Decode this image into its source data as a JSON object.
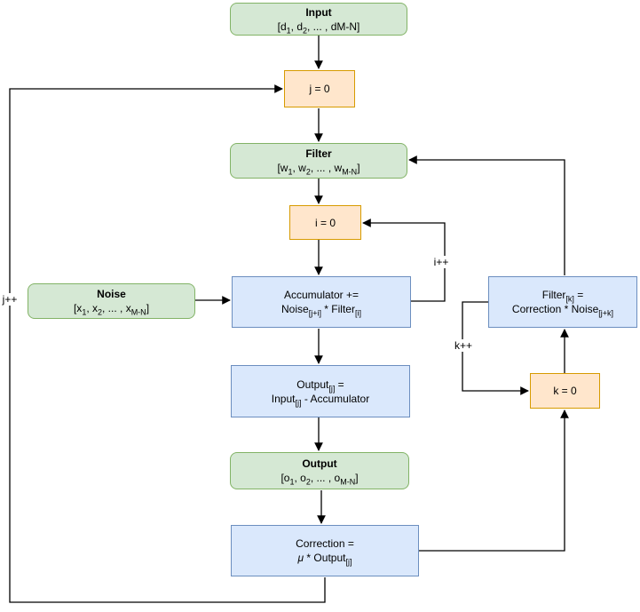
{
  "diagram": {
    "type": "flowchart",
    "description": "Adaptive noise-cancellation / LMS filter algorithm flowchart",
    "nodes": {
      "input": {
        "title": "Input",
        "values": "[d_{1}, d_{2}, ... , dM-N]"
      },
      "j0": {
        "label": "j = 0"
      },
      "filter": {
        "title": "Filter",
        "values": "[w_{1}, w_{2}, ... , w_{M-N}]"
      },
      "i0": {
        "label": "i = 0"
      },
      "noise": {
        "title": "Noise",
        "values": "[x_{1}, x_{2}, ... , x_{M-N}]"
      },
      "accumulator": {
        "line1": "Accumulator +=",
        "line2": "Noise_{[j+i]} * Filter_{[i]}"
      },
      "output_j": {
        "line1": "Output_{[j]} =",
        "line2": "Input_{[j]} - Accumulator"
      },
      "output": {
        "title": "Output",
        "values": "[o_{1}, o_{2}, ... , o_{M-N}]"
      },
      "correction": {
        "line1": "Correction =",
        "line2": "~μ~ * Output_{[j]}"
      },
      "filter_k": {
        "line1": "Filter_{[k]} =",
        "line2": "Correction * Noise_{[j+k]}"
      },
      "k0": {
        "label": "k = 0"
      }
    },
    "edge_labels": {
      "i_inc": "i++",
      "j_inc": "j++",
      "k_inc": "k++"
    },
    "colors": {
      "green_fill": "#d5e8d4",
      "green_stroke": "#82b366",
      "orange_fill": "#ffe6cc",
      "orange_stroke": "#d79b00",
      "blue_fill": "#dae8fc",
      "blue_stroke": "#6c8ebf",
      "edge": "#000000",
      "background": "#ffffff"
    }
  }
}
